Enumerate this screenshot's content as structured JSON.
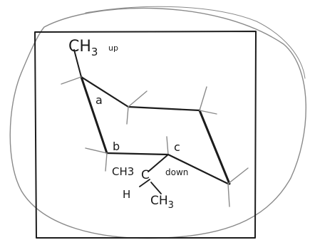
{
  "labels": {
    "ch3_up_main": "CH",
    "ch3_up_sub": "3",
    "up": "up",
    "a": "a",
    "b": "b",
    "c": "c",
    "ch3_left_main": "CH",
    "ch3_left_sub": "3",
    "c_center": "C",
    "down": "down",
    "h": "H",
    "ch3_bottom_main": "CH",
    "ch3_bottom_sub": "3"
  }
}
